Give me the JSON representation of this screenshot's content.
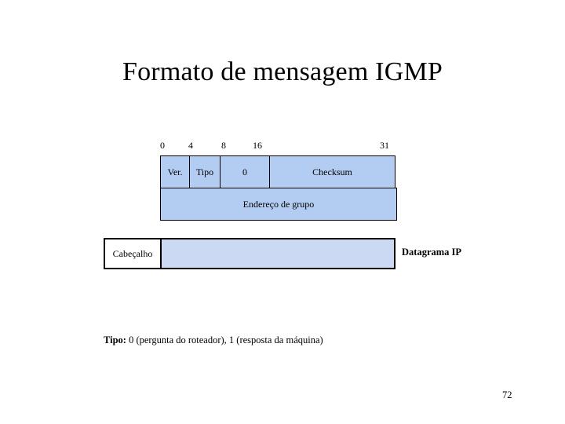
{
  "slide": {
    "title": "Formato de mensagem IGMP",
    "page_number": "72"
  },
  "bit_ruler": {
    "ticks": [
      "0",
      "4",
      "8",
      "16",
      "31"
    ]
  },
  "packet": {
    "row1": [
      {
        "label": "Ver."
      },
      {
        "label": "Tipo"
      },
      {
        "label": "0"
      },
      {
        "label": "Checksum"
      }
    ],
    "row2": [
      {
        "label": "Endereço de grupo"
      }
    ]
  },
  "datagram": {
    "header_label": "Cabeçalho",
    "payload_label": "",
    "side_label": "Datagrama IP"
  },
  "note": {
    "prefix": "Tipo: ",
    "text": "0 (pergunta do roteador), 1 (resposta da máquina)"
  },
  "colors": {
    "cell_fill": "#b2ccf2",
    "payload_fill": "#ccd9f2",
    "outline": "#000000",
    "background": "#ffffff"
  }
}
